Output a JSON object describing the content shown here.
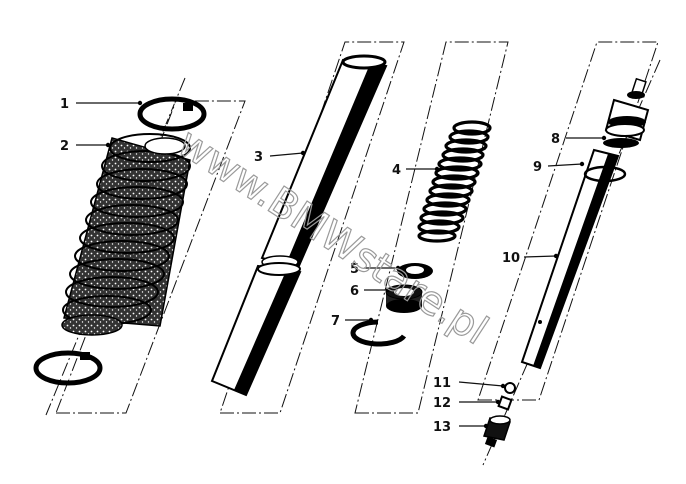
{
  "watermark": "www.BMWstare.pl",
  "parts": [
    {
      "num": "1"
    },
    {
      "num": "2"
    },
    {
      "num": "3"
    },
    {
      "num": "4"
    },
    {
      "num": "5"
    },
    {
      "num": "6"
    },
    {
      "num": "7"
    },
    {
      "num": "8"
    },
    {
      "num": "9"
    },
    {
      "num": "10"
    },
    {
      "num": "11"
    },
    {
      "num": "12"
    },
    {
      "num": "13"
    }
  ],
  "colors": {
    "ink": "#000000",
    "watermark": "#9a9a9a",
    "background": "#ffffff"
  }
}
